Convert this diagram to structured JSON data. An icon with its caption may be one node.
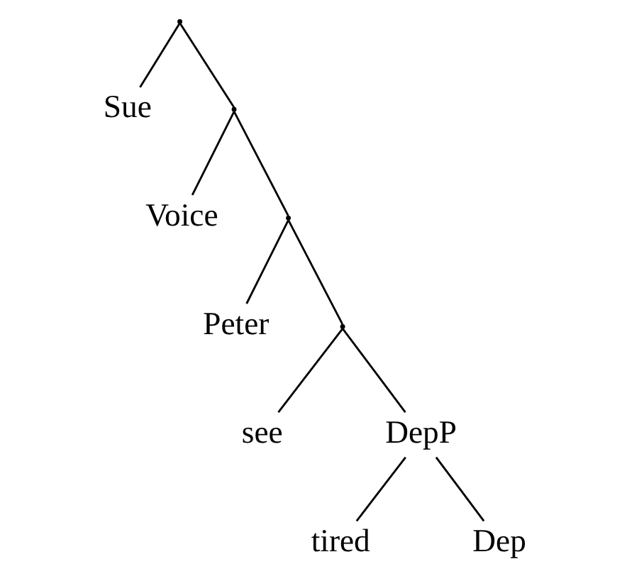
{
  "diagram": {
    "nodes": [
      {
        "text": [],
        "shape": "point"
      },
      {
        "text": [
          "Sue"
        ]
      },
      {
        "text": [],
        "shape": "point"
      },
      {
        "text": [
          "Voice"
        ]
      },
      {
        "text": [],
        "shape": "point"
      },
      {
        "text": [
          "Peter"
        ]
      },
      {
        "text": [],
        "shape": "point"
      },
      {
        "text": [
          "see"
        ]
      },
      {
        "text": [
          "DepP"
        ]
      },
      {
        "text": [
          "tired"
        ]
      },
      {
        "text": [
          "Dep"
        ]
      }
    ],
    "edges": [
      {
        "from": 0,
        "to": 1,
        "arrow": "none"
      },
      {
        "from": 0,
        "to": 2,
        "arrow": "none"
      },
      {
        "from": 2,
        "to": 3,
        "arrow": "none"
      },
      {
        "from": 2,
        "to": 4,
        "arrow": "none"
      },
      {
        "from": 4,
        "to": 5,
        "arrow": "none"
      },
      {
        "from": 4,
        "to": 6,
        "arrow": "none"
      },
      {
        "from": 6,
        "to": 7,
        "arrow": "none"
      },
      {
        "from": 6,
        "to": 8,
        "arrow": "none"
      },
      {
        "from": 8,
        "to": 9,
        "arrow": "none"
      },
      {
        "from": 8,
        "to": 10,
        "arrow": "none"
      }
    ]
  }
}
